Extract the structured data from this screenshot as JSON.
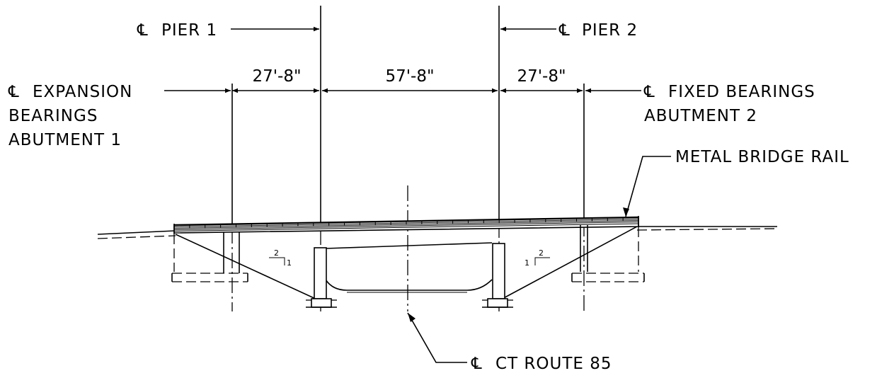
{
  "labels": {
    "cl_symbol": "℄",
    "pier1": "PIER 1",
    "pier2": "PIER 2",
    "abutment1": [
      "EXPANSION",
      "BEARINGS",
      "ABUTMENT 1"
    ],
    "abutment2": [
      "FIXED BEARINGS",
      "ABUTMENT 2"
    ],
    "rail": "METAL BRIDGE RAIL",
    "route": "CT ROUTE 85"
  },
  "dimensions": {
    "span1": "27'-8\"",
    "span2": "57'-8\"",
    "span3": "27'-8\""
  },
  "slopes": {
    "left_rise": "2",
    "left_run": "1",
    "right_rise": "2",
    "right_run": "1"
  }
}
